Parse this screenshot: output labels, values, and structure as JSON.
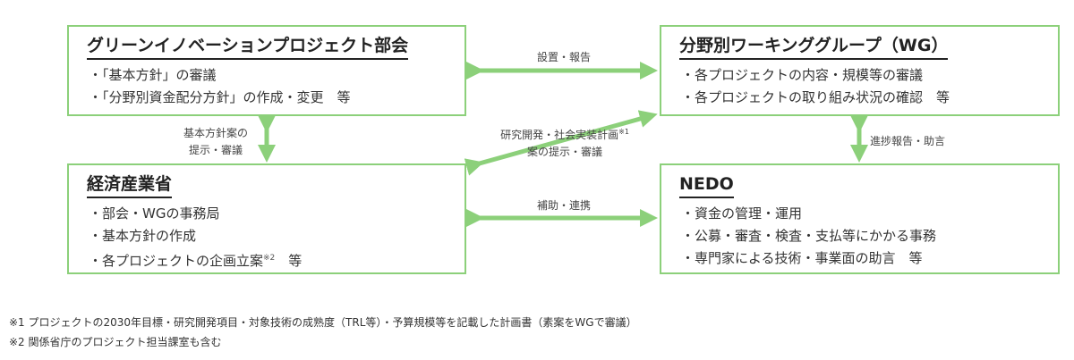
{
  "gic": {
    "title": "グリーンイノベーションプロジェクト部会",
    "items": [
      "・「基本方針」の審議",
      "・「分野別資金配分方針」の作成・変更　等"
    ]
  },
  "wg": {
    "title": "分野別ワーキンググループ（WG）",
    "items": [
      "・各プロジェクトの内容・規模等の審議",
      "・各プロジェクトの取り組み状況の確認　等"
    ]
  },
  "meti": {
    "title": "経済産業省",
    "items": [
      "・部会・WGの事務局",
      "・基本方針の作成",
      "・各プロジェクトの企画立案",
      "※2",
      "　等"
    ]
  },
  "nedo": {
    "title": "NEDO",
    "items": [
      "・資金の管理・運用",
      "・公募・審査・検査・支払等にかかる事務",
      "・専門家による技術・事業面の助言　等"
    ]
  },
  "arrows": {
    "report": "設置・報告",
    "subsidy": "補助・連携",
    "policy_line1": "基本方針案の",
    "policy_line2": "提示・審議",
    "progress": "進捗報告・助言",
    "rd_line1": "研究開発・社会実装計画",
    "rd_mark": "※1",
    "rd_line2": "案の提示・審議"
  },
  "notes": [
    "※1 プロジェクトの2030年目標・研究開発項目・対象技術の成熟度（TRL等）・予算規模等を記載した計画書（素案をWGで審議）",
    "※2 関係省庁のプロジェクト担当課室も含む"
  ],
  "colors": {
    "border": "#8cd07a",
    "arrow": "#8cd07a"
  }
}
